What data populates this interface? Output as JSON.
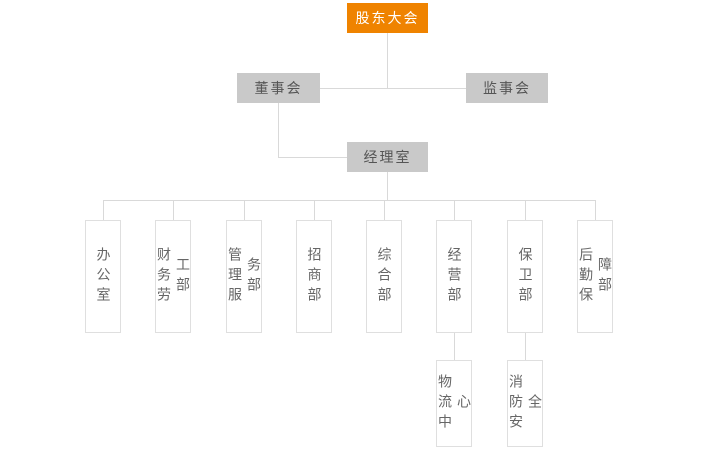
{
  "org": {
    "title": "company-organization-chart",
    "root": {
      "label": "股东大会"
    },
    "board": {
      "label": "董事会"
    },
    "supervisory": {
      "label": "监事会"
    },
    "manager_office": {
      "label": "经理室"
    },
    "departments": [
      {
        "label": "办公室"
      },
      {
        "label": "财务劳工部"
      },
      {
        "label": "管理服务部"
      },
      {
        "label": "招商部"
      },
      {
        "label": "综合部"
      },
      {
        "label": "经营部"
      },
      {
        "label": "保卫部"
      },
      {
        "label": "后勤保障部"
      }
    ],
    "sub_departments": [
      {
        "label": "物流中心",
        "parent": "经营部"
      },
      {
        "label": "消防安全",
        "parent": "保卫部"
      }
    ],
    "colors": {
      "root_background": "#ef8300",
      "root_text": "#ffffff",
      "committee_background": "#c9c9c9",
      "committee_text": "#555555",
      "department_border": "#dfdfdf",
      "department_text": "#666666",
      "connector_line": "#d9d9d9"
    }
  }
}
